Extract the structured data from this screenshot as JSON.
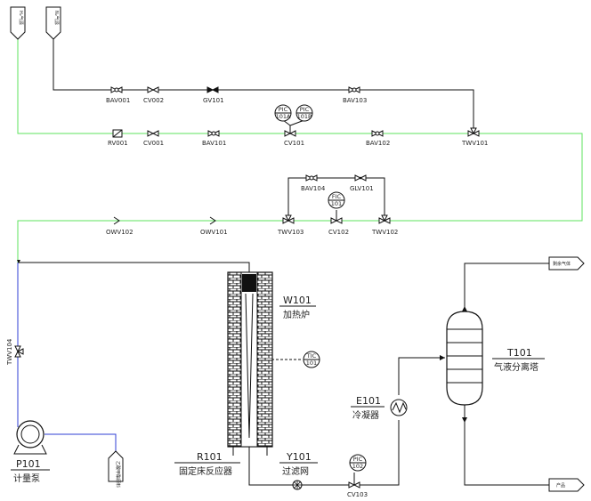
{
  "sources": {
    "h2": "H₂气源",
    "n2": "N₂气源",
    "feed": "乙酸甲酯原料"
  },
  "outlets": {
    "gas": "剩余气体",
    "product": "产品"
  },
  "valves": {
    "bav001": "BAV001",
    "cv002": "CV002",
    "gv101": "GV101",
    "bav103": "BAV103",
    "rv001": "RV001",
    "cv001": "CV001",
    "bav101": "BAV101",
    "cv101": "CV101",
    "bav102": "BAV102",
    "twv101": "TWV101",
    "bav104": "BAV104",
    "glv101": "GLV101",
    "owv102": "OWV102",
    "owv101": "OWV101",
    "twv103": "TWV103",
    "cv102": "CV102",
    "twv102": "TWV102",
    "twv104": "TWV104",
    "cv103": "CV103"
  },
  "instruments": {
    "pic101a": [
      "PIC",
      "101A"
    ],
    "pic101b": [
      "PIC",
      "101B"
    ],
    "fic101": [
      "FIC",
      "101"
    ],
    "tic101": [
      "TIC",
      "101"
    ],
    "pic102": [
      "PIC",
      "102"
    ]
  },
  "equipment": {
    "w101": {
      "tag": "W101",
      "name": "加热炉"
    },
    "r101": {
      "tag": "R101",
      "name": "固定床反应器"
    },
    "y101": {
      "tag": "Y101",
      "name": "过滤网"
    },
    "e101": {
      "tag": "E101",
      "name": "冷凝器"
    },
    "t101": {
      "tag": "T101",
      "name": "气液分离塔"
    },
    "p101": {
      "tag": "P101",
      "name": "计量泵"
    }
  },
  "colors": {
    "hydrogen_line": "#5ee35e",
    "liquid_line": "#2f3fd6",
    "process_line": "#111111"
  }
}
